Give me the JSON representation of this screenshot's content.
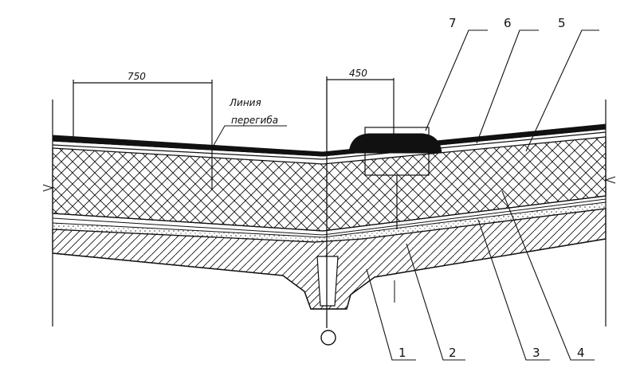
{
  "dimensions": {
    "left_span": "750",
    "right_span": "450"
  },
  "annotation": {
    "line1": "Линия",
    "line2": "перегиба"
  },
  "callouts": [
    "1",
    "2",
    "3",
    "4",
    "5",
    "6",
    "7"
  ],
  "colors": {
    "ink": "#111111",
    "background": "#ffffff"
  }
}
